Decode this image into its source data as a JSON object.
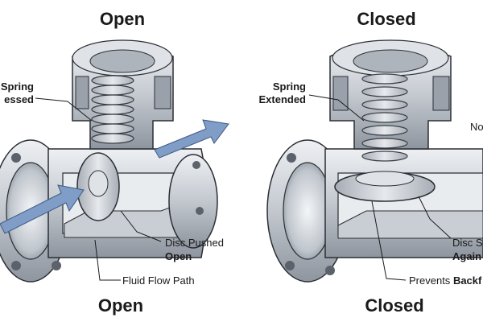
{
  "panels": {
    "open": {
      "title_top": "Open",
      "title_bottom": "Open",
      "labels": {
        "spring_line1": "Spring",
        "spring_line2": "essed",
        "disc_line1": "Disc Pushed",
        "disc_line2": "Open",
        "flow": "Fluid Flow Path"
      }
    },
    "closed": {
      "title_top": "Closed",
      "title_bottom": "Closed",
      "labels": {
        "spring_line1": "Spring",
        "spring_line2": "Extended",
        "side": "No",
        "disc_line1": "Disc S",
        "disc_line2": "Again",
        "prevents_prefix": "Prevents",
        "prevents_bold": "Backf"
      }
    }
  },
  "colors": {
    "metal_light": "#d9dde2",
    "metal_mid": "#b4bac2",
    "metal_dark": "#7d858f",
    "flow_arrow": "#7f9dc7",
    "outline": "#2b2f35"
  }
}
